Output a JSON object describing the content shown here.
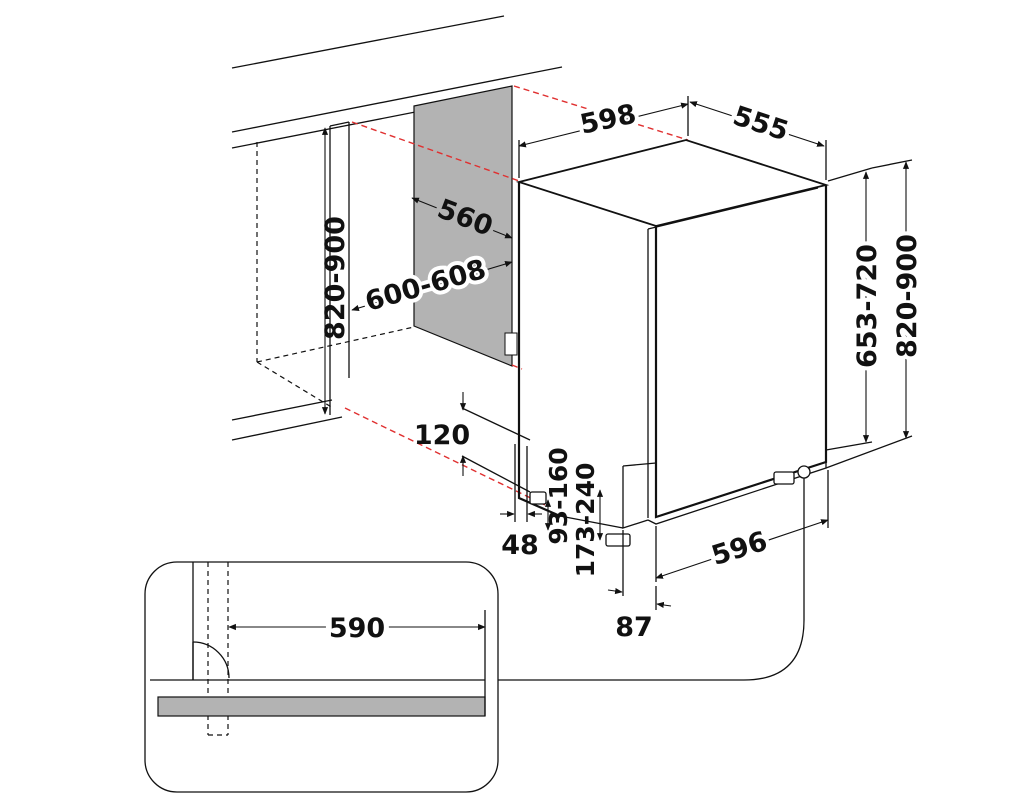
{
  "dimensions": {
    "niche_depth": "560",
    "niche_width": "600-608",
    "niche_height": "820-900",
    "appliance_width": "598",
    "appliance_depth": "555",
    "front_height": "653-720",
    "total_height": "820-900",
    "plinth_height": "120",
    "plinth_depth": "48",
    "foot_range_1": "93-160",
    "foot_range_2": "173-240",
    "base_width": "596",
    "foot_offset": "87",
    "door_clearance": "590"
  },
  "colors": {
    "panel": "#b3b3b3",
    "line": "#111111",
    "red_guide": "#e03030",
    "background": "#ffffff"
  }
}
